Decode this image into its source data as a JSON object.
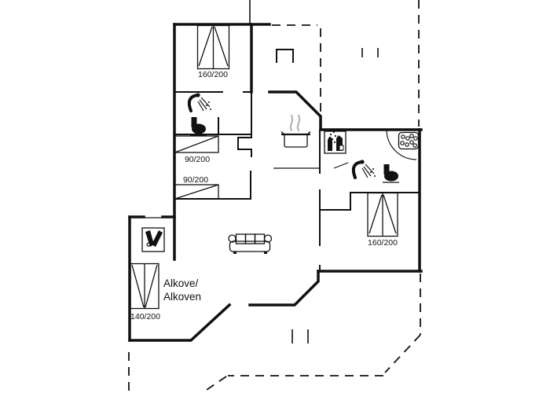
{
  "meta": {
    "type": "holiday-home-floor-plan"
  },
  "colors": {
    "wall": "#111111",
    "background": "#ffffff",
    "steam": "#b3b3b3"
  },
  "labels": {
    "bed_160_top": "160/200",
    "bed_90_a": "90/200",
    "bed_90_b": "90/200",
    "bed_160_right": "160/200",
    "bed_140": "140/200",
    "alkove_line1": "Alkove/",
    "alkove_line2": "Alkoven"
  },
  "icons": [
    "shower-icon",
    "toilet-icon",
    "washing-machine-icon",
    "whirlpool-icon",
    "cooking-pot-icon",
    "wood-stove-icon",
    "sofa",
    "chimney",
    "door-arc-icon",
    "double-bed",
    "single-bed",
    "alcove-bed"
  ]
}
